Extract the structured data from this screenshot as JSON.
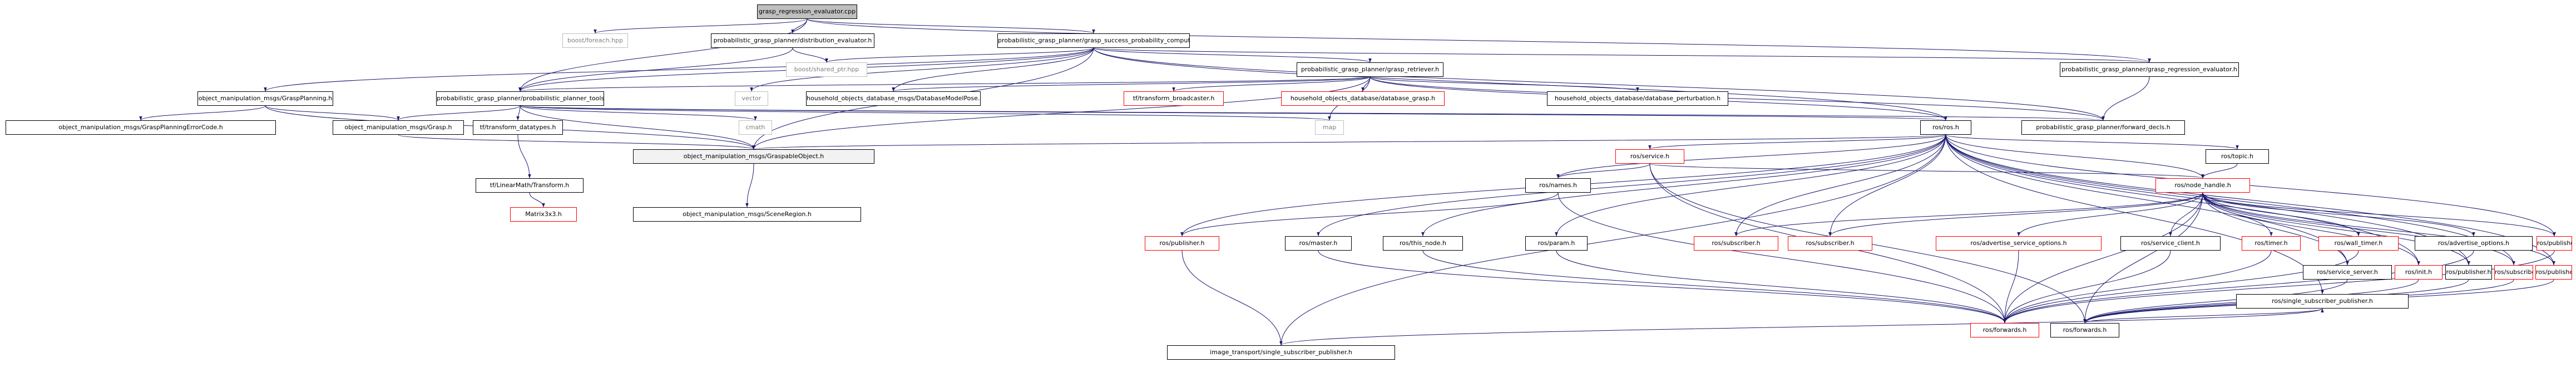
{
  "nodes": {
    "root": "grasp_regression_evaluator.cpp",
    "boost_foreach": "boost/foreach.hpp",
    "dist_eval": "probabilistic_grasp_planner/distribution_evaluator.h",
    "gsp_comp": "probabilistic_grasp_planner/grasp_success_probability_computer.h",
    "gre": "probabilistic_grasp_planner/grasp_regression_evaluator.h",
    "shared_ptr": "boost/shared_ptr.hpp",
    "retriever": "probabilistic_grasp_planner/grasp_retriever.h",
    "gp": "object_manipulation_msgs/GraspPlanning.h",
    "ppt": "probabilistic_grasp_planner/probabilistic_planner_tools.h",
    "vector": "vector",
    "hodb_model": "household_objects_database_msgs/DatabaseModelPose.h",
    "tf_broadcaster": "tf/transform_broadcaster.h",
    "hodb_grasp": "household_objects_database/database_grasp.h",
    "hodb_pert": "household_objects_database/database_perturbation.h",
    "gperr": "object_manipulation_msgs/GraspPlanningErrorCode.h",
    "omgrasp": "object_manipulation_msgs/Grasp.h",
    "tfdata": "tf/transform_datatypes.h",
    "cmath": "cmath",
    "map": "map",
    "rosros": "ros/ros.h",
    "fwd_decls": "probabilistic_grasp_planner/forward_decls.h",
    "graspable": "object_manipulation_msgs/GraspableObject.h",
    "tflin": "tf/LinearMath/Transform.h",
    "scene": "object_manipulation_msgs/SceneRegion.h",
    "matrix": "Matrix3x3.h",
    "topic": "ros/topic.h",
    "service": "ros/service.h",
    "nodehandle": "ros/node_handle.h",
    "names": "ros/names.h",
    "pub_left": "ros/publisher.h",
    "master": "ros/master.h",
    "thisnode": "ros/this_node.h",
    "param": "ros/param.h",
    "sub1": "ros/subscriber.h",
    "sub2": "ros/subscriber.h",
    "adv_srv": "ros/advertise_service_options.h",
    "srv_client": "ros/service_client.h",
    "timer": "ros/timer.h",
    "walltimer": "ros/wall_timer.h",
    "adv_opt": "ros/advertise_options.h",
    "pub2": "ros/publisher.h",
    "pub3": "ros/publisher.h",
    "sub3": "ros/subscriber.h",
    "pub4": "ros/publisher.h",
    "srv_server": "ros/service_server.h",
    "init": "ros/init.h",
    "single_sub": "ros/single_subscriber_publisher.h",
    "fwd_red": "ros/forwards.h",
    "fwd_blk": "ros/forwards.h",
    "img_ssp": "image_transport/single_subscriber_publisher.h"
  },
  "colors": {
    "edge": "#191970",
    "highlight_border": "#ff0000",
    "external_border": "#bfbfbf",
    "root_fill": "#bfbfbf"
  }
}
